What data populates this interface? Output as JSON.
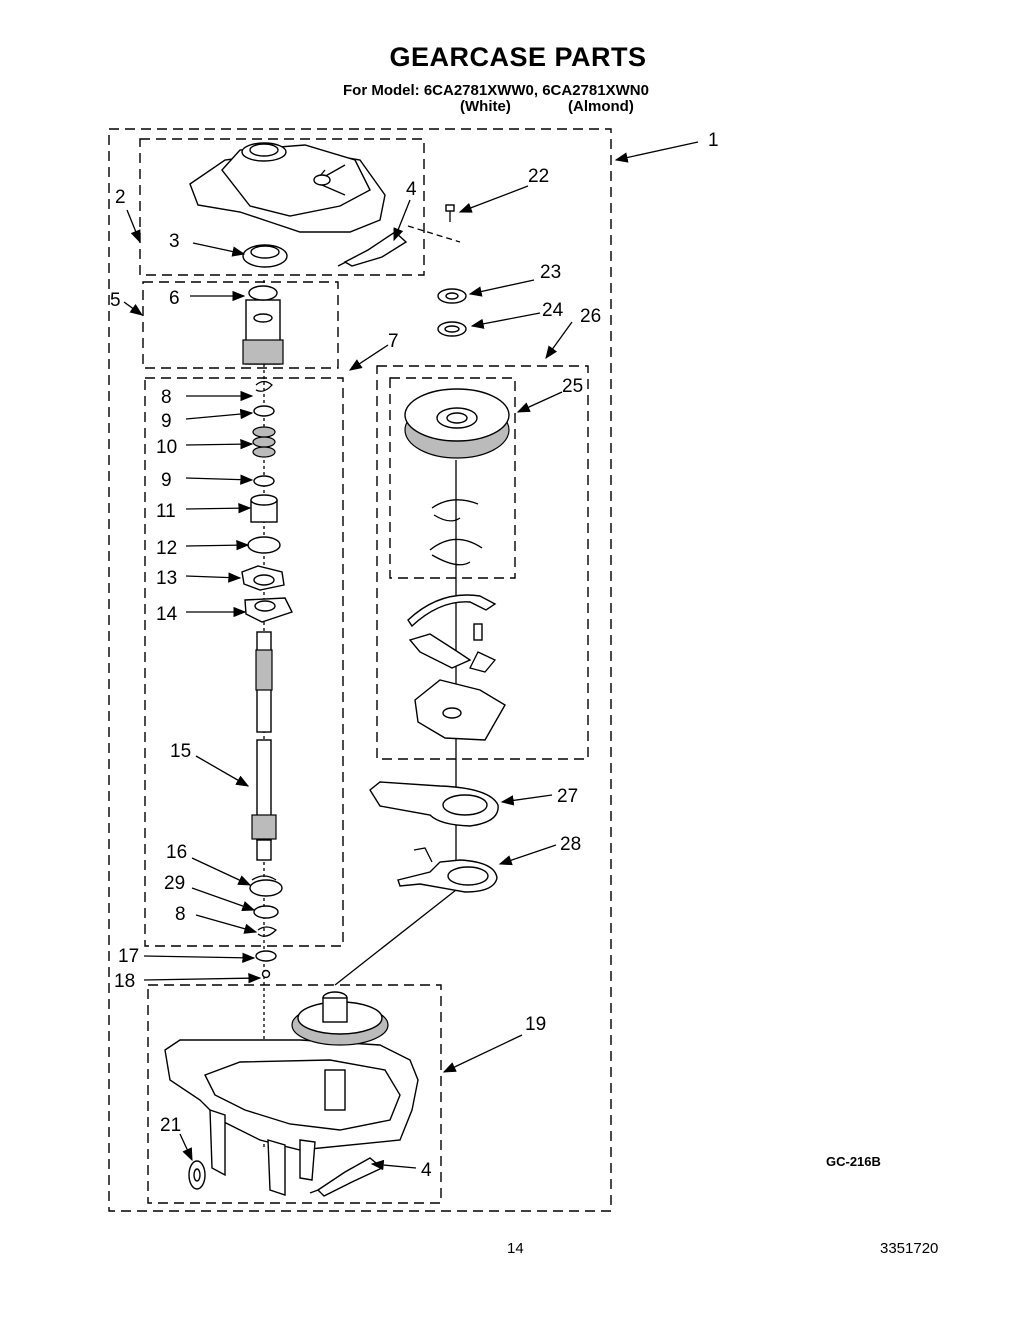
{
  "header": {
    "title": "GEARCASE PARTS",
    "model_line": "For Model: 6CA2781XWW0, 6CA2781XWN0",
    "color_white": "(White)",
    "color_almond": "(Almond)"
  },
  "callouts": {
    "c1": "1",
    "c2": "2",
    "c3": "3",
    "c4a": "4",
    "c4b": "4",
    "c5": "5",
    "c6": "6",
    "c7": "7",
    "c8a": "8",
    "c8b": "8",
    "c9a": "9",
    "c9b": "9",
    "c10": "10",
    "c11": "11",
    "c12": "12",
    "c13": "13",
    "c14": "14",
    "c15": "15",
    "c16": "16",
    "c17": "17",
    "c18": "18",
    "c19": "19",
    "c21": "21",
    "c22": "22",
    "c23": "23",
    "c24": "24",
    "c25": "25",
    "c26": "26",
    "c27": "27",
    "c28": "28",
    "c29": "29"
  },
  "footer": {
    "diagram_code": "GC-216B",
    "page_number": "14",
    "document_number": "3351720"
  }
}
